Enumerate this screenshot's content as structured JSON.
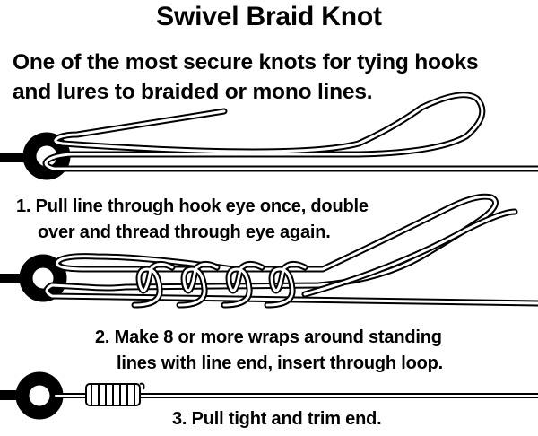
{
  "title": "Swivel Braid Knot",
  "subtitle": {
    "line1": "One of the most secure knots for tying hooks",
    "line2": "and lures to braided or mono lines."
  },
  "steps": [
    {
      "line1": "1. Pull line through hook eye once, double",
      "line2": "over and thread through eye again."
    },
    {
      "line1": "2. Make 8 or more wraps around standing",
      "line2": "lines with line end, insert through loop."
    },
    {
      "line1": "3. Pull tight and trim end."
    }
  ],
  "colors": {
    "ink": "#000000",
    "background": "#ffffff"
  }
}
